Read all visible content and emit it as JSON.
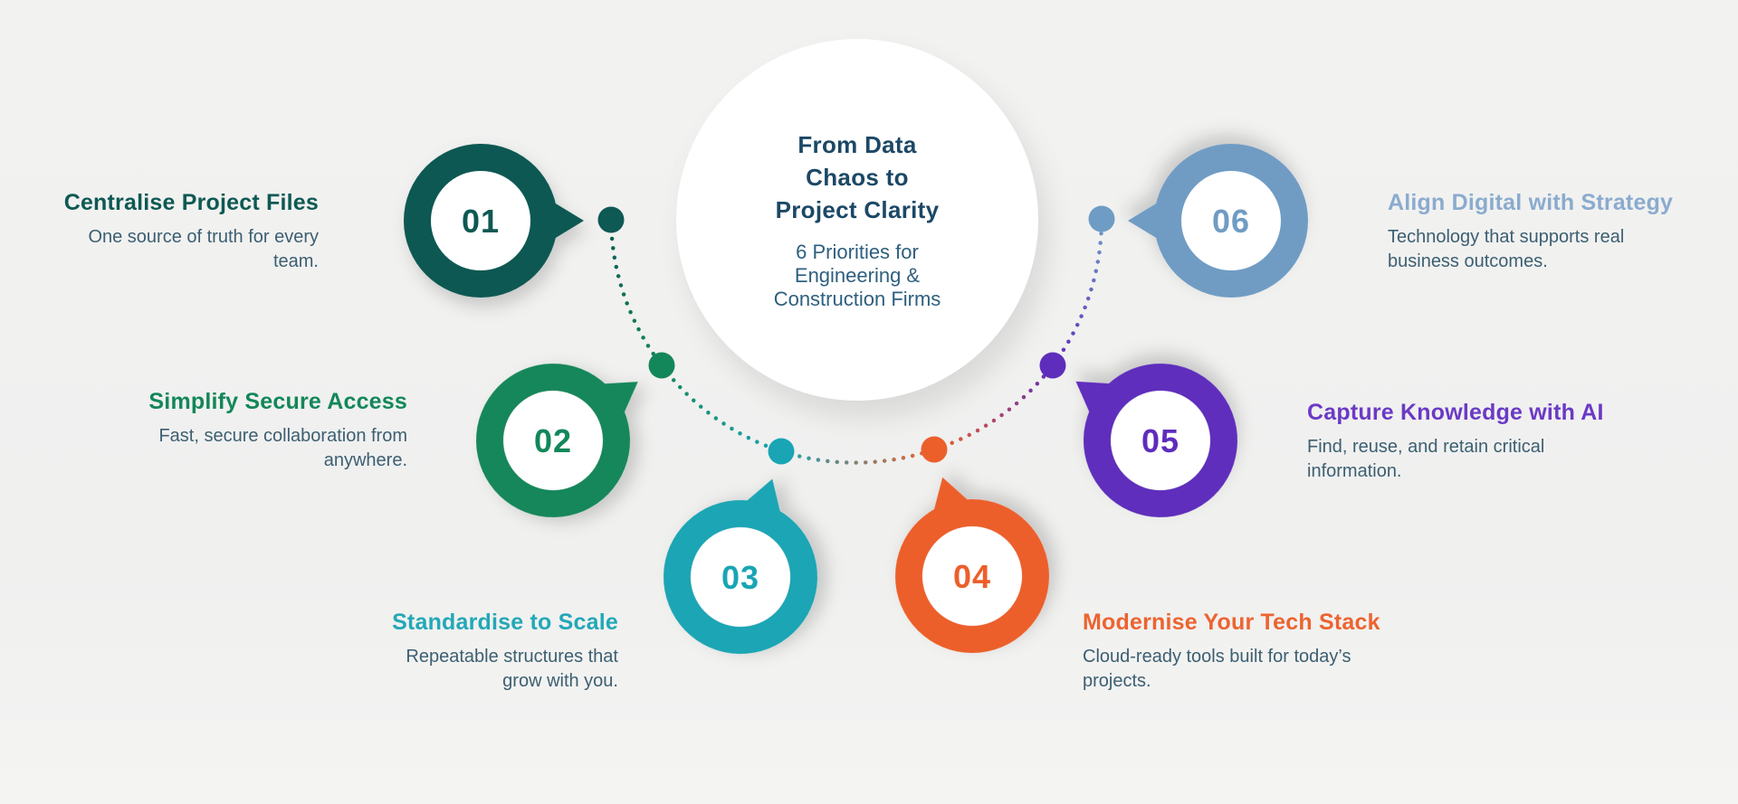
{
  "background": "#f0f0ef",
  "center": {
    "title_lines": [
      "From Data",
      "Chaos to",
      "Project Clarity"
    ],
    "subtitle_lines": [
      "6 Priorities for",
      "Engineering &",
      "Construction Firms"
    ],
    "title_color": "#1c4866",
    "subtitle_color": "#2e5f7e"
  },
  "items": [
    {
      "number": "01",
      "title": "Centralise Project Files",
      "desc": "One source of truth for every team.",
      "color": "#0e5953",
      "title_color": "#0e5953"
    },
    {
      "number": "02",
      "title": "Simplify Secure Access",
      "desc": "Fast, secure collaboration from anywhere.",
      "color": "#13875a",
      "title_color": "#13875a"
    },
    {
      "number": "03",
      "title": "Standardise to Scale",
      "desc": "Repeatable structures that grow with you.",
      "color": "#1aa5b4",
      "title_color": "#23a8b7"
    },
    {
      "number": "04",
      "title": "Modernise Your Tech Stack",
      "desc": "Cloud-ready tools built for today’s projects.",
      "color": "#ec5f2b",
      "title_color": "#ed6330"
    },
    {
      "number": "05",
      "title": "Capture Knowledge with AI",
      "desc": "Find, reuse, and retain critical information.",
      "color": "#5e2dbc",
      "title_color": "#6b3ac5"
    },
    {
      "number": "06",
      "title": "Align Digital with Strategy",
      "desc": "Technology that supports real business outcomes.",
      "color": "#6f9cc4",
      "title_color": "#8aabce"
    }
  ],
  "desc_text_color": "#3c5f71"
}
